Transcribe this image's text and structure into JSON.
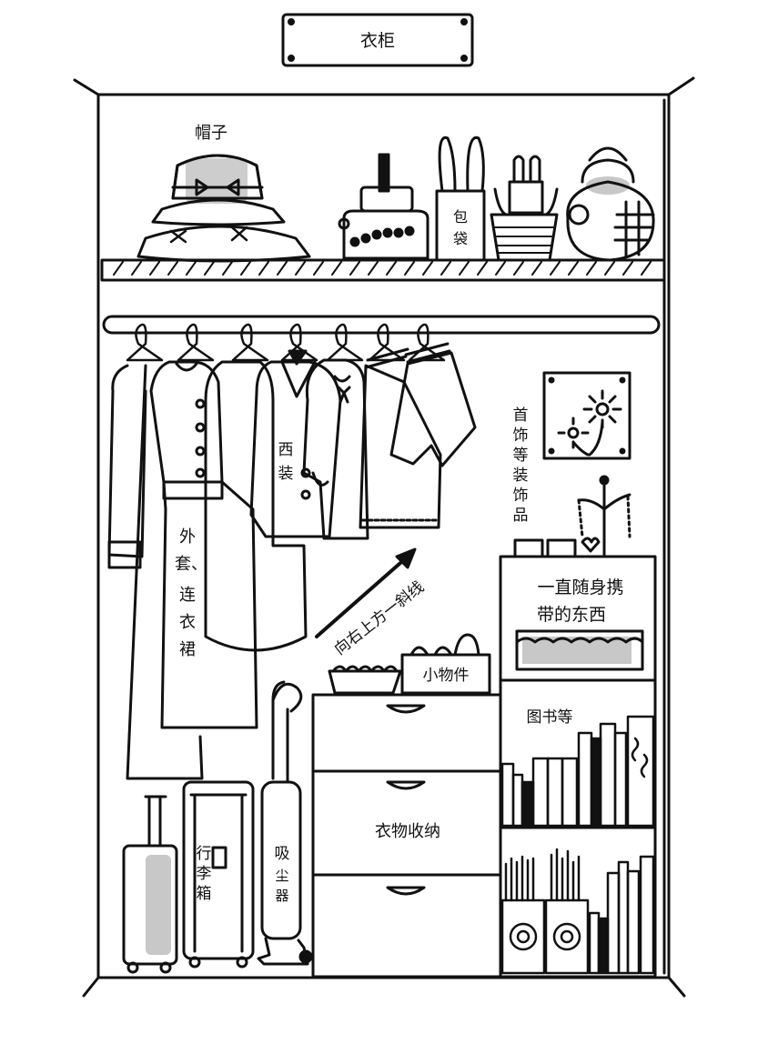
{
  "title": "衣柜",
  "labels": {
    "hats": "帽子",
    "bags": [
      "包",
      "袋"
    ],
    "suit": [
      "西",
      "装"
    ],
    "coat_dress": [
      "外",
      "套、",
      "连",
      "衣",
      "裙"
    ],
    "jewelry": [
      "首",
      "饰",
      "等",
      "装",
      "饰",
      "品"
    ],
    "carry_items": [
      "一直随身携",
      "带的东西"
    ],
    "arrow_text": "向右上方一斜线",
    "small_items": "小物件",
    "books": "图书等",
    "clothes_storage": "衣物收纳",
    "luggage": [
      "行",
      "李",
      "箱"
    ],
    "vacuum": [
      "吸",
      "尘",
      "器"
    ]
  },
  "icons": {
    "hat": "sun-hat-icon",
    "bags": [
      "handbag-icon",
      "tote-bag-icon",
      "bucket-bag-icon",
      "round-bag-icon"
    ],
    "hangers": "hanger-icon",
    "picture": "flower-picture-icon",
    "jewelry_stand": "jewelry-stand-icon",
    "suitcase": "suitcase-icon",
    "vacuum": "vacuum-cleaner-icon"
  },
  "colors": {
    "ink": "#111111",
    "shade": "#c8c8c8",
    "paper": "#ffffff"
  }
}
